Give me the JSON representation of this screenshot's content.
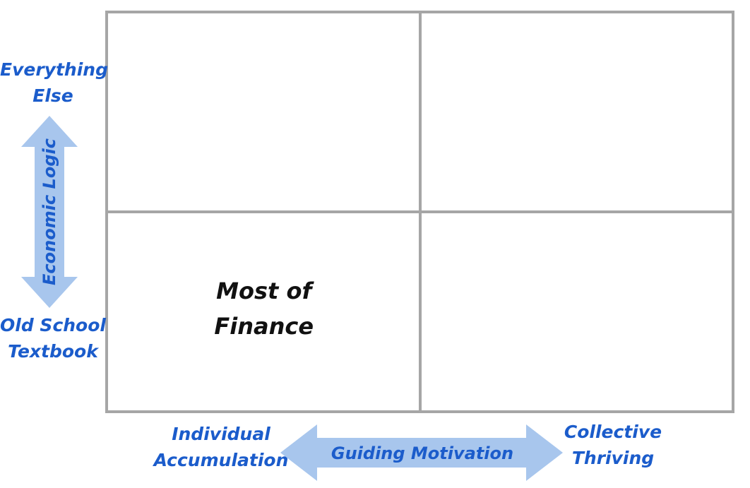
{
  "quadrant_labels": {
    "bottom_left": {
      "line1": "Most of",
      "line2": "Finance"
    }
  },
  "y_axis": {
    "axis_label": "Economic Logic",
    "top_label": {
      "line1": "Everything",
      "line2": "Else"
    },
    "bottom_label": {
      "line1": "Old School",
      "line2": "Textbook"
    }
  },
  "x_axis": {
    "axis_label": "Guiding Motivation",
    "left_label": {
      "line1": "Individual",
      "line2": "Accumulation"
    },
    "right_label": {
      "line1": "Collective",
      "line2": "Thriving"
    }
  },
  "colors": {
    "axis_text": "#1b5ccb",
    "arrow_fill": "#a8c6ed",
    "grid_line": "#a6a6a6",
    "quadrant_text": "#111111",
    "background": "#ffffff"
  }
}
